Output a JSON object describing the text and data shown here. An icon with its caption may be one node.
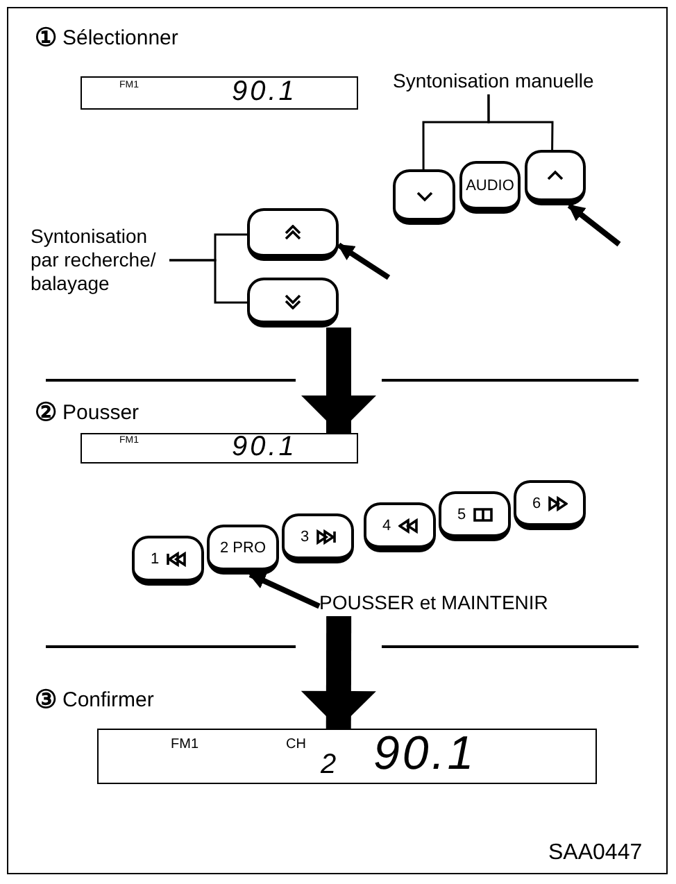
{
  "diagram": {
    "nodes": [
      {
        "text": [
          "FM1",
          "90.1"
        ]
      },
      {
        "text": [
          "Syntonisation manuelle"
        ]
      },
      {
        "text": [],
        "shape": "box"
      },
      {
        "text": [
          "AUDIO"
        ]
      },
      {
        "text": [],
        "shape": "box"
      },
      {
        "text": [
          "Syntonisation par recherche/ balayage"
        ]
      },
      {
        "text": [],
        "shape": "box"
      },
      {
        "text": [],
        "shape": "box"
      },
      {
        "text": [
          "FM1",
          "90.1"
        ]
      },
      {
        "text": [
          "1"
        ]
      },
      {
        "text": [
          "2 PRO"
        ]
      },
      {
        "text": [
          "3"
        ]
      },
      {
        "text": [
          "4"
        ]
      },
      {
        "text": [
          "5"
        ]
      },
      {
        "text": [
          "6"
        ]
      },
      {
        "text": [
          "POUSSER et MAINTENIR"
        ]
      },
      {
        "text": [
          "FM1",
          "CH",
          "2",
          "90.1"
        ]
      }
    ],
    "edges": [
      {
        "from": 1,
        "to": 2,
        "arrow": "none"
      },
      {
        "from": 1,
        "to": 4,
        "arrow": "none"
      },
      {
        "from": null,
        "to": 4,
        "arrow": "to"
      },
      {
        "from": 5,
        "to": 6,
        "arrow": "none"
      },
      {
        "from": 5,
        "to": 7,
        "arrow": "none"
      },
      {
        "from": null,
        "to": 6,
        "arrow": "to"
      },
      {
        "from": 15,
        "to": 10,
        "arrow": "to"
      },
      {
        "from": 7,
        "to": 8,
        "arrow": "to",
        "style": "thick"
      },
      {
        "from": 15,
        "to": 16,
        "arrow": "to",
        "style": "thick"
      }
    ],
    "labels": [
      "①",
      "Sélectionner",
      "②",
      "Pousser",
      "③",
      "Confirmer",
      "SAA0447"
    ]
  }
}
